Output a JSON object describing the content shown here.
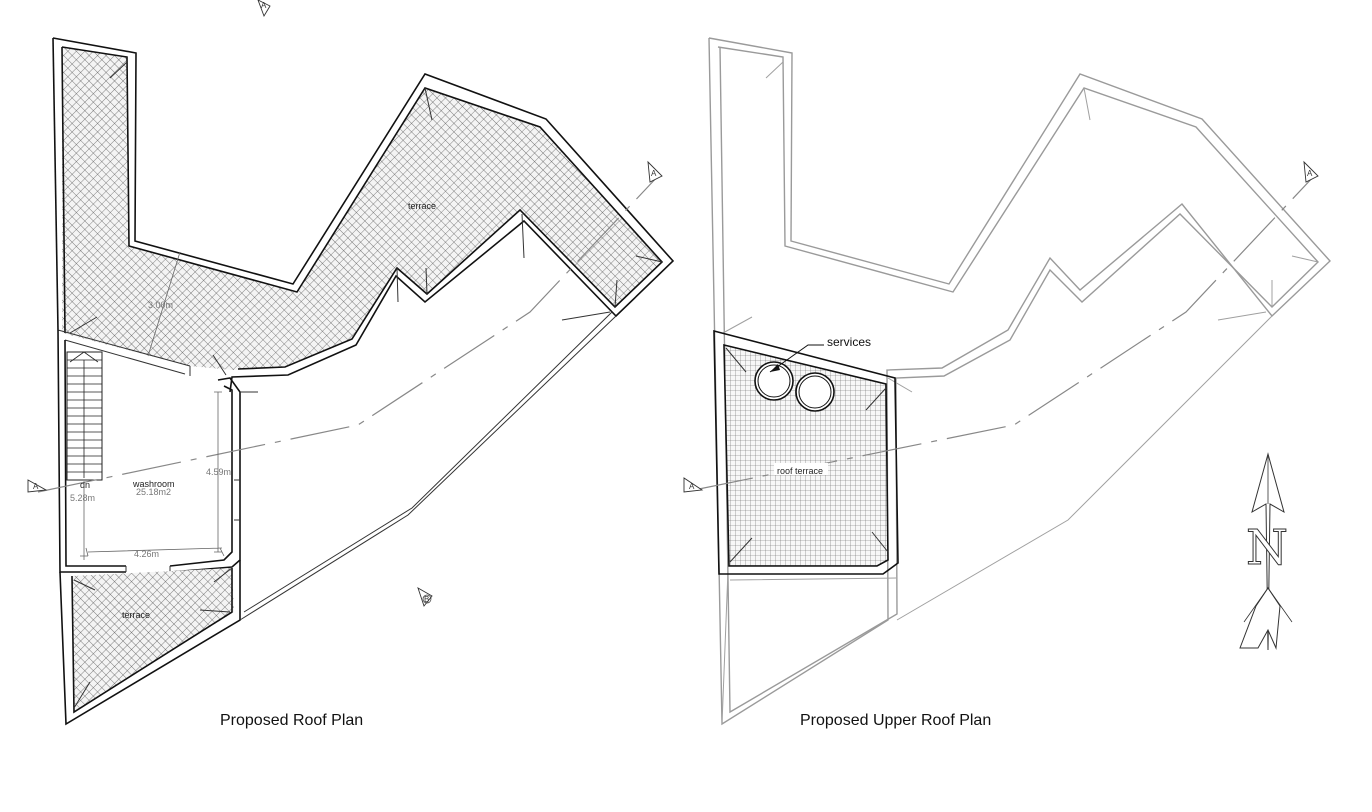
{
  "left_plan": {
    "caption": "Proposed Roof Plan",
    "terrace_top_label": "terrace",
    "terrace_bottom_label": "terrace",
    "washroom_label": "washroom",
    "washroom_area": "25.18m2",
    "stair_label": "dn",
    "dim_width": "4.26m",
    "dim_height": "4.59m",
    "dim_stair": "5.28m",
    "dim_diag": "3.00m",
    "section_tag_a": "A",
    "section_tag_b": "B"
  },
  "right_plan": {
    "caption": "Proposed Upper Roof Plan",
    "services_label": "services",
    "roof_terrace_label": "roof terrace",
    "section_tag_a": "A"
  },
  "north_arrow": {
    "letter": "N"
  },
  "colors": {
    "wall": "#111111",
    "faded_wall": "#9a9a9a",
    "hatch": "#555555"
  }
}
